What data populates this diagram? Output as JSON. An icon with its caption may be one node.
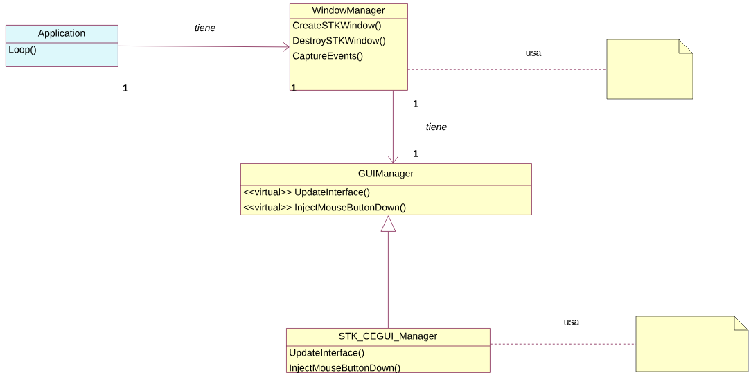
{
  "diagram": {
    "nodes": [
      {
        "text": [
          "Application",
          "Loop()"
        ]
      },
      {
        "text": [
          "WindowManager",
          "CreateSTKWindow()",
          "DestroySTKWindow()",
          "CaptureEvents()"
        ]
      },
      {
        "text": [],
        "shape": "note"
      },
      {
        "text": [
          "GUIManager",
          "<<virtual>> UpdateInterface()",
          "<<virtual>> InjectMouseButtonDown()"
        ]
      },
      {
        "text": [
          "STK_CEGUI_Manager",
          "UpdateInterface()",
          "InjectMouseButtonDown()"
        ]
      },
      {
        "text": [],
        "shape": "note"
      }
    ],
    "edges": [
      {
        "from": 0,
        "to": 1,
        "arrow": "to",
        "label": "tiene"
      },
      {
        "from": 1,
        "to": 2,
        "arrow": "none",
        "label": "usa",
        "style": "dashed"
      },
      {
        "from": 1,
        "to": 3,
        "arrow": "to",
        "label": "tiene"
      },
      {
        "from": 4,
        "to": 3,
        "arrow": "to"
      },
      {
        "from": 4,
        "to": 5,
        "arrow": "none",
        "label": "usa",
        "style": "dashed"
      }
    ],
    "labels": [
      "1",
      "1",
      "1",
      "1"
    ]
  }
}
